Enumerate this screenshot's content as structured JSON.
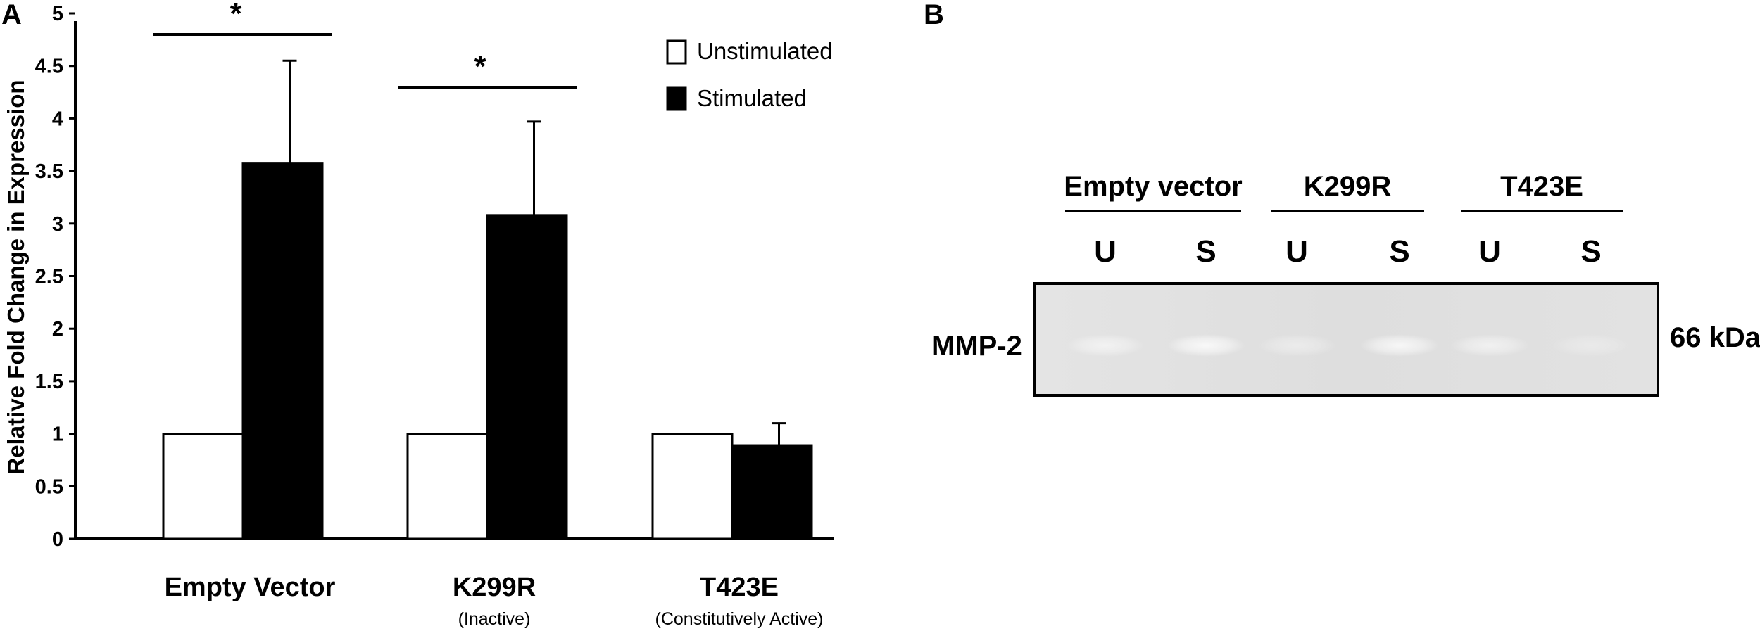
{
  "panel_a": {
    "letter": "A",
    "chart_data": {
      "type": "bar",
      "categories": [
        "Empty Vector",
        "K299R",
        "T423E"
      ],
      "category_sublabels": [
        "",
        "(Inactive)",
        "(Constitutively Active)"
      ],
      "series": [
        {
          "name": "Unstimulated",
          "values": [
            1,
            1,
            1
          ],
          "error": [
            0,
            0,
            0
          ],
          "color": "#ffffff"
        },
        {
          "name": "Stimulated",
          "values": [
            3.57,
            3.08,
            0.89
          ],
          "error": [
            0.98,
            0.89,
            0.21
          ],
          "color": "#000000"
        }
      ],
      "title": "",
      "xlabel": "",
      "ylabel": "Relative Fold Change in Expression",
      "ylim": [
        0,
        5
      ],
      "yticks": [
        "0",
        "0.5",
        "1",
        "1.5",
        "2",
        "2.5",
        "3",
        "3.5",
        "4",
        "4.5",
        "5"
      ],
      "grid": false,
      "legend_position": "top-right",
      "significance": [
        {
          "category": "Empty Vector",
          "label": "*"
        },
        {
          "category": "K299R",
          "label": "*"
        }
      ]
    }
  },
  "panel_b": {
    "letter": "B",
    "groups": [
      "Empty vector",
      "K299R",
      "T423E"
    ],
    "lanes": [
      "U",
      "S",
      "U",
      "S",
      "U",
      "S"
    ],
    "band_label": "MMP-2",
    "size_label": "66 kDa",
    "band_intensity": [
      0.55,
      0.8,
      0.4,
      0.75,
      0.55,
      0.3
    ]
  }
}
